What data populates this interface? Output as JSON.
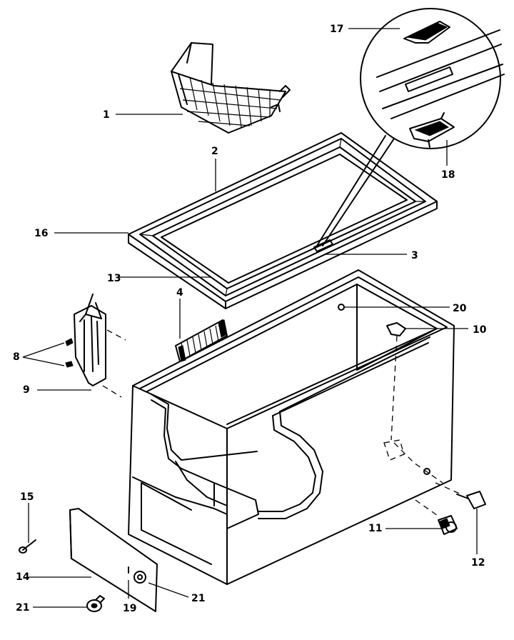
{
  "callouts": {
    "c1": "1",
    "c2": "2",
    "c3": "3",
    "c4": "4",
    "c8": "8",
    "c9": "9",
    "c10": "10",
    "c11": "11",
    "c12": "12",
    "c13": "13",
    "c14": "14",
    "c15": "15",
    "c16": "16",
    "c17": "17",
    "c18": "18",
    "c19": "19",
    "c20": "20",
    "c21a": "21",
    "c21b": "21"
  },
  "colors": {
    "line": "#000000",
    "background": "#ffffff"
  }
}
